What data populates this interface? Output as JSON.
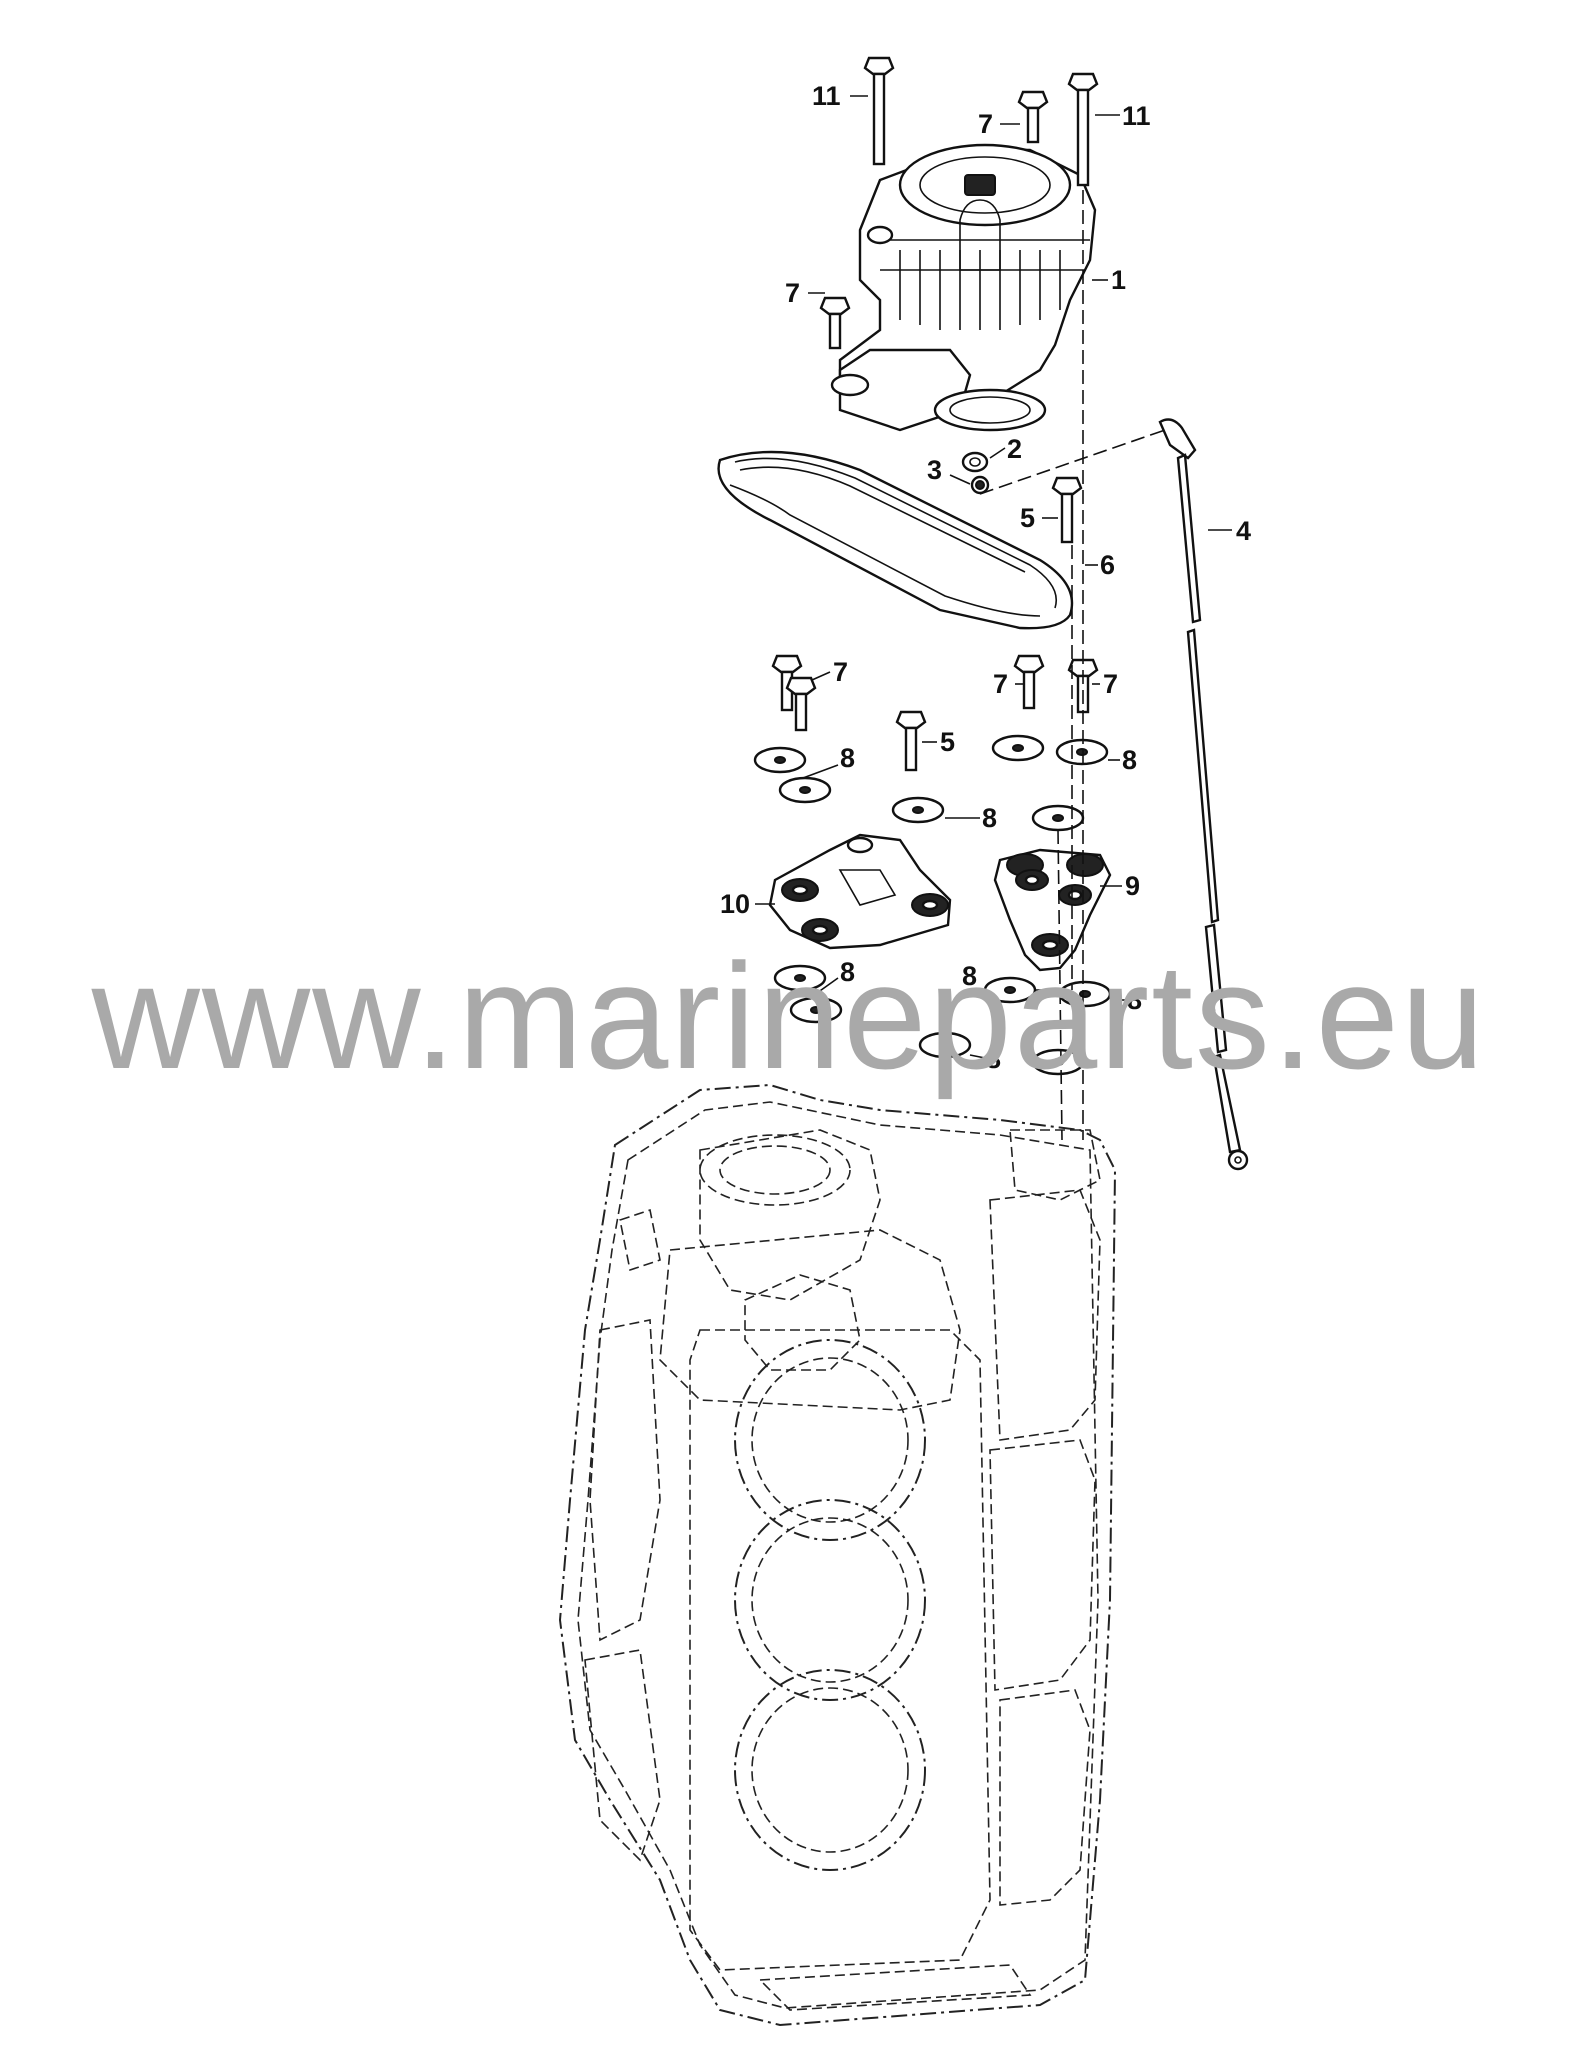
{
  "callouts": {
    "c1": "1",
    "c2": "2",
    "c3": "3",
    "c4": "4",
    "c5a": "5",
    "c5b": "5",
    "c6": "6",
    "c7a": "7",
    "c7b": "7",
    "c7c": "7",
    "c7d": "7",
    "c7e": "7",
    "c8a": "8",
    "c8b": "8",
    "c8c": "8",
    "c8d": "8",
    "c8e": "8",
    "c8f": "8",
    "c8g": "8",
    "c9": "9",
    "c10": "10",
    "c11a": "11",
    "c11b": "11"
  },
  "watermark": "www.marineparts.eu",
  "colors": {
    "line": "#111111",
    "watermark": "#a9a9a9",
    "background": "#ffffff"
  }
}
